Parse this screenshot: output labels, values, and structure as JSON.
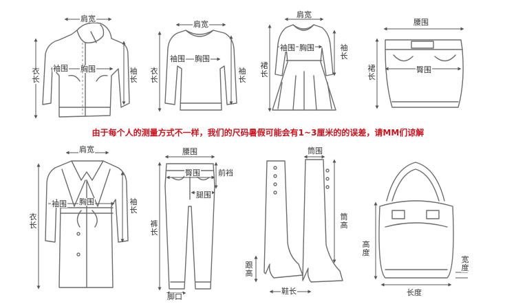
{
  "notice": "由于每个人的测量方式不一样，我们的尺码暑假可能会有1~3厘米的的误差，请MM们谅解",
  "items": [
    {
      "labels": {
        "shoulder": "肩宽",
        "length": "衣长",
        "sleeve": "袖长",
        "cuff": "袖围",
        "chest": "胸围"
      }
    },
    {
      "labels": {
        "shoulder": "肩宽",
        "length": "衣长",
        "sleeve": "袖长",
        "cuff": "袖围",
        "chest": "胸围"
      }
    },
    {
      "labels": {
        "shoulder": "肩宽",
        "length": "裙长",
        "sleeve": "袖长",
        "cuff": "袖围",
        "chest": "胸围"
      }
    },
    {
      "labels": {
        "waist": "腰围",
        "hip": "臀围",
        "length": "裙长"
      }
    },
    {
      "labels": {
        "shoulder": "肩宽",
        "length": "衣长",
        "sleeve": "袖长",
        "cuff": "袖围",
        "chest": "胸围"
      }
    },
    {
      "labels": {
        "waist": "腰围",
        "hip": "臀围",
        "rise": "前裆",
        "thigh": "腿围",
        "length": "裤长",
        "hem": "脚口"
      }
    },
    {
      "labels": {
        "shaft_circ": "筒围",
        "shaft_height": "筒高",
        "heel": "跟高",
        "shoe_length": "鞋长"
      }
    },
    {
      "labels": {
        "height": "高度",
        "width": "宽度",
        "length": "长度"
      }
    }
  ]
}
